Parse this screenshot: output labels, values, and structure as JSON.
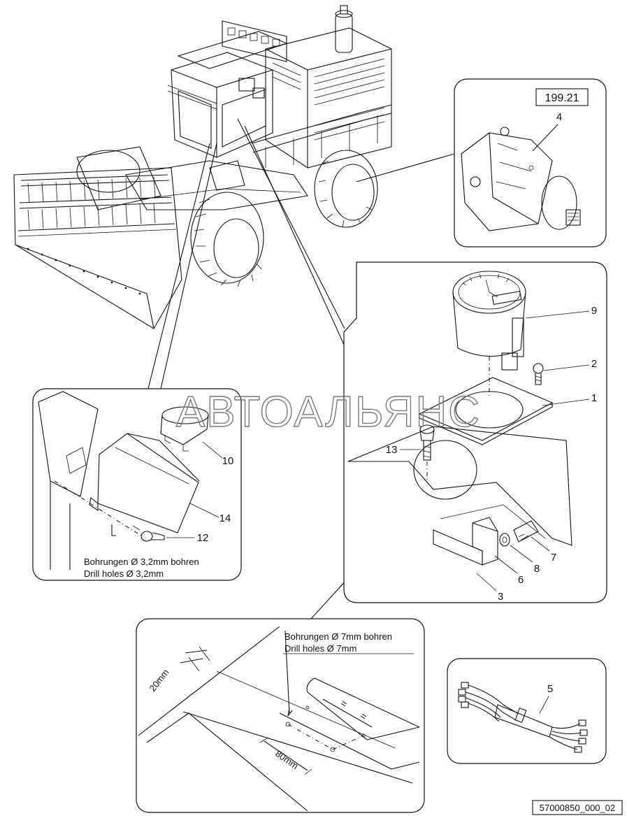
{
  "watermark": "АВТОАЛЬЯНС",
  "reference_box": "199.21",
  "drawing_number": "57000850_000_02",
  "callouts": {
    "p1": "1",
    "p2": "2",
    "p3": "3",
    "p4": "4",
    "p5": "5",
    "p6": "6",
    "p7": "7",
    "p8": "8",
    "p9": "9",
    "p10": "10",
    "p12": "12",
    "p13": "13",
    "p14": "14"
  },
  "notes": {
    "small_holes_de": "Bohrungen Ø 3,2mm bohren",
    "small_holes_en": "Drill holes Ø 3,2mm",
    "large_holes_de": "Bohrungen Ø 7mm bohren",
    "large_holes_en": "Drill holes Ø 7mm"
  },
  "dimensions": {
    "offset": "20mm",
    "spacing": "80mm",
    "equal_a": "=",
    "equal_b": "="
  }
}
